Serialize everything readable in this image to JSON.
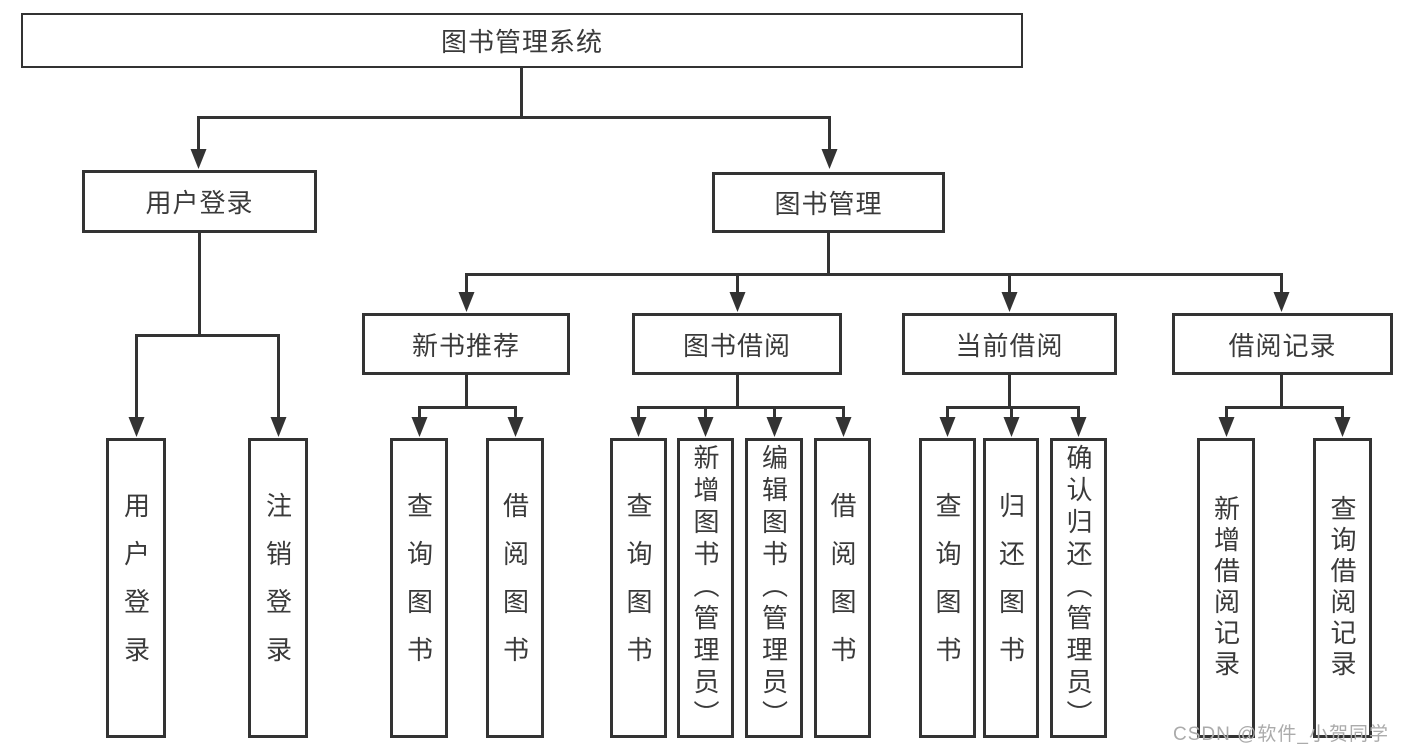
{
  "diagram": {
    "title": "图书管理系统",
    "watermark": "CSDN @软件_小贺同学",
    "colors": {
      "line": "#333333",
      "text": "#3a3a3a",
      "box_background": "#ffffff",
      "watermark": "#ababab"
    },
    "nodes": {
      "root": {
        "label": "图书管理系统"
      },
      "level2": [
        {
          "label": "用户登录"
        },
        {
          "label": "图书管理"
        }
      ],
      "level3": [
        {
          "label": "新书推荐",
          "parent": "图书管理"
        },
        {
          "label": "图书借阅",
          "parent": "图书管理"
        },
        {
          "label": "当前借阅",
          "parent": "图书管理"
        },
        {
          "label": "借阅记录",
          "parent": "图书管理"
        }
      ],
      "leaves": [
        {
          "label": "用户登录",
          "parent": "用户登录"
        },
        {
          "label": "注销登录",
          "parent": "用户登录"
        },
        {
          "label": "查询图书",
          "parent": "新书推荐"
        },
        {
          "label": "借阅图书",
          "parent": "新书推荐"
        },
        {
          "label": "查询图书",
          "parent": "图书借阅"
        },
        {
          "label": "新增图书（管理员）",
          "parent": "图书借阅"
        },
        {
          "label": "编辑图书（管理员）",
          "parent": "图书借阅"
        },
        {
          "label": "借阅图书",
          "parent": "图书借阅"
        },
        {
          "label": "查询图书",
          "parent": "当前借阅"
        },
        {
          "label": "归还图书",
          "parent": "当前借阅"
        },
        {
          "label": "确认归还（管理员）",
          "parent": "当前借阅"
        },
        {
          "label": "新增借阅记录",
          "parent": "借阅记录"
        },
        {
          "label": "查询借阅记录",
          "parent": "借阅记录"
        }
      ]
    }
  }
}
